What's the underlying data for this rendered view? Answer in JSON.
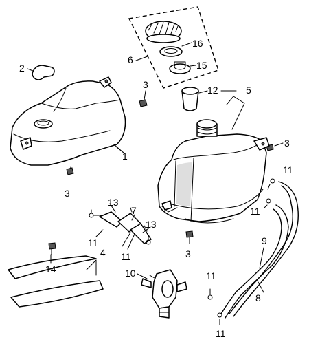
{
  "callouts": {
    "c1": "1",
    "c2": "2",
    "c3a": "3",
    "c3b": "3",
    "c3c": "3",
    "c3d": "3",
    "c4": "4",
    "c5": "5",
    "c6": "6",
    "c7": "7",
    "c8": "8",
    "c9": "9",
    "c10": "10",
    "c11a": "11",
    "c11b": "11",
    "c11c": "11",
    "c11d": "11",
    "c11e": "11",
    "c11f": "11",
    "c12": "12",
    "c13a": "13",
    "c13b": "13",
    "c14": "14",
    "c15": "15",
    "c16": "16"
  }
}
